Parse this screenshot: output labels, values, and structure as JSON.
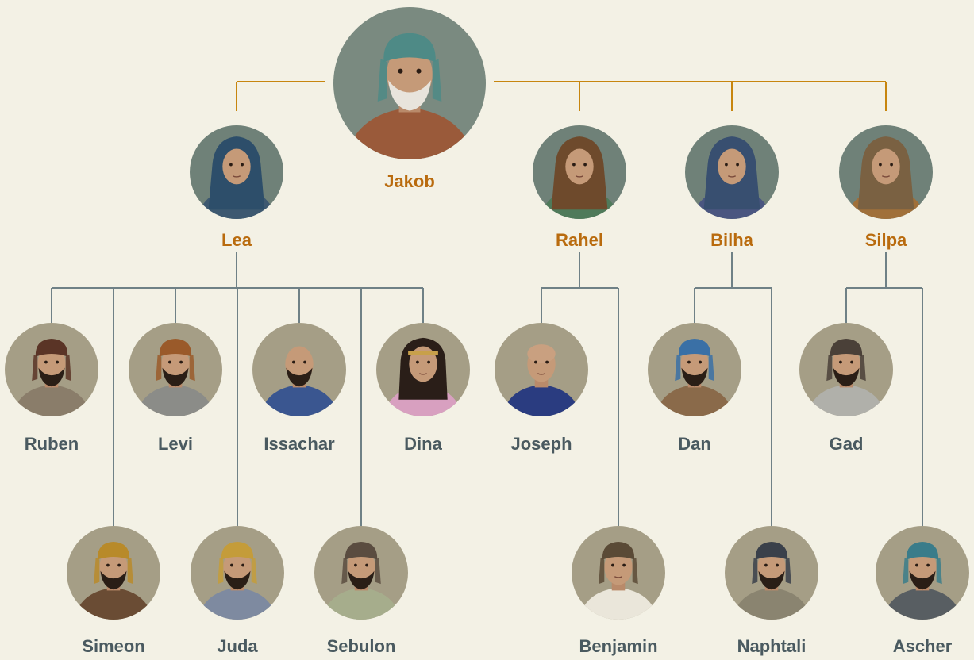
{
  "colors": {
    "background": "#f3f1e5",
    "parent_line": "#c7860f",
    "child_line": "#6f8186",
    "parent_label": "#b96b0e",
    "child_label": "#4a5a60",
    "parent_bg": "#6f8178",
    "child_bg": "#a59e86"
  },
  "father": {
    "name": "Jakob",
    "icon": "patriarch-portrait"
  },
  "mothers": [
    {
      "id": "lea",
      "name": "Lea",
      "scarf": "#2d4e6a",
      "robe": "#3d5870",
      "icon": "woman-portrait"
    },
    {
      "id": "rahel",
      "name": "Rahel",
      "scarf": "#6e4a2c",
      "robe": "#4f7a5a",
      "icon": "woman-portrait"
    },
    {
      "id": "bilha",
      "name": "Bilha",
      "scarf": "#384f70",
      "robe": "#4a5680",
      "icon": "woman-portrait"
    },
    {
      "id": "silpa",
      "name": "Silpa",
      "scarf": "#7a6142",
      "robe": "#a0703a",
      "icon": "woman-portrait"
    }
  ],
  "children": [
    {
      "name": "Ruben",
      "mother": "lea",
      "turban": "#5a3426",
      "robe": "#8a7d6a",
      "beard": true
    },
    {
      "name": "Simeon",
      "mother": "lea",
      "turban": "#b88a2a",
      "robe": "#6a4c34",
      "beard": true
    },
    {
      "name": "Levi",
      "mother": "lea",
      "turban": "#9a5a2a",
      "robe": "#8b8c88",
      "beard": true
    },
    {
      "name": "Juda",
      "mother": "lea",
      "turban": "#c49c3a",
      "robe": "#7e8aa0",
      "beard": true
    },
    {
      "name": "Issachar",
      "mother": "lea",
      "turban": null,
      "robe": "#3a5690",
      "beard": true
    },
    {
      "name": "Sebulon",
      "mother": "lea",
      "turban": "#5a4c40",
      "robe": "#a6ad8c",
      "beard": true
    },
    {
      "name": "Dina",
      "mother": "lea",
      "turban": null,
      "robe": "#d8a0c0",
      "beard": false,
      "long_hair": true
    },
    {
      "name": "Joseph",
      "mother": "rahel",
      "turban": null,
      "robe": "#2a3c80",
      "beard": false,
      "bald": true
    },
    {
      "name": "Benjamin",
      "mother": "rahel",
      "turban": "#5a4a36",
      "robe": "#eae6da",
      "beard": false
    },
    {
      "name": "Dan",
      "mother": "bilha",
      "turban": "#3a70a6",
      "robe": "#8a6a4a",
      "beard": true
    },
    {
      "name": "Naphtali",
      "mother": "bilha",
      "turban": "#3a404a",
      "robe": "#8a8470",
      "beard": true
    },
    {
      "name": "Gad",
      "mother": "silpa",
      "turban": "#4a4038",
      "robe": "#b0b0aa",
      "beard": true
    },
    {
      "name": "Ascher",
      "mother": "silpa",
      "turban": "#3a7c8a",
      "robe": "#585e62",
      "beard": true
    }
  ]
}
